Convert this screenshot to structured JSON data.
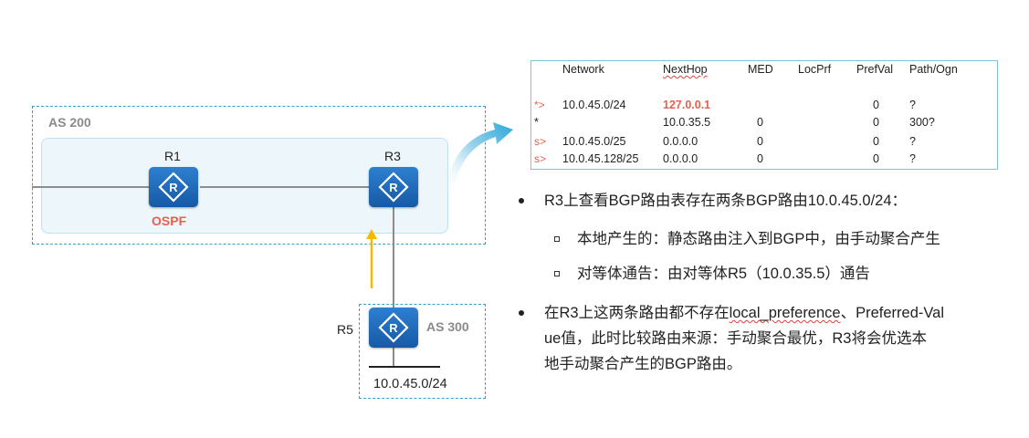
{
  "diagram": {
    "as200": {
      "label": "AS 200"
    },
    "as300": {
      "label": "AS 300"
    },
    "ospf": {
      "label": "OSPF"
    },
    "routers": [
      {
        "name": "R1"
      },
      {
        "name": "R3"
      },
      {
        "name": "R5"
      }
    ],
    "network": "10.0.45.0/24",
    "colors": {
      "router": "#1f6fc2",
      "accent_red": "#e8604c",
      "arrow_yellow": "#f5b800",
      "dashed_border": "#2fa3c9"
    }
  },
  "bgp_table": {
    "headers": [
      "Network",
      "NextHop",
      "MED",
      "LocPrf",
      "PrefVal",
      "Path/Ogn"
    ],
    "rows": [
      {
        "status": "*>",
        "network": "10.0.45.0/24",
        "nexthop": "127.0.0.1",
        "med": "",
        "locprf": "",
        "prefval": "0",
        "path": "?"
      },
      {
        "status": "*",
        "network": "",
        "nexthop": "10.0.35.5",
        "med": "0",
        "locprf": "",
        "prefval": "0",
        "path": "300?"
      },
      {
        "status": "s>",
        "network": "10.0.45.0/25",
        "nexthop": "0.0.0.0",
        "med": "0",
        "locprf": "",
        "prefval": "0",
        "path": "?"
      },
      {
        "status": "s>",
        "network": "10.0.45.128/25",
        "nexthop": "0.0.0.0",
        "med": "0",
        "locprf": "",
        "prefval": "0",
        "path": "?"
      }
    ]
  },
  "notes": {
    "bullet1": "R3上查看BGP路由表存在两条BGP路由10.0.45.0/24：",
    "sub1": "本地产生的：静态路由注入到BGP中，由手动聚合产生",
    "sub2": "对等体通告：由对等体R5（10.0.35.5）通告",
    "bullet2_line1_a": "在R3上这两条路由都不存在",
    "bullet2_line1_b": "local_preference",
    "bullet2_line1_c": "、Preferred-Val",
    "bullet2_line2": "ue值，此时比较路由来源：手动聚合最优，R3将会优选本",
    "bullet2_line3": "地手动聚合产生的BGP路由。"
  }
}
